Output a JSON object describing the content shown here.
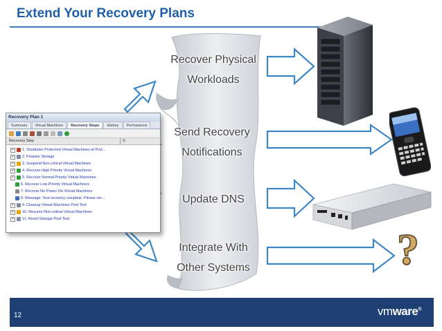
{
  "slide": {
    "title": "Extend Your Recovery Plans",
    "page_number": "12",
    "logo_vm": "vm",
    "logo_ware": "ware",
    "logo_reg": "®"
  },
  "labels": {
    "recover_line1": "Recover Physical",
    "recover_line2": "Workloads",
    "send_line1": "Send Recovery",
    "send_line2": "Notifications",
    "dns": "Update DNS",
    "integrate_line1": "Integrate With",
    "integrate_line2": "Other Systems"
  },
  "window": {
    "title": "Recovery Plan 1",
    "tabs": [
      "Summary",
      "Virtual Machines",
      "Recovery Steps",
      "History",
      "Permissions"
    ],
    "active_tab": "Recovery Steps",
    "column_header": "Recovery Step",
    "column_header2": "S",
    "steps": [
      {
        "expander": "+",
        "text": "1. Shutdown Protected Virtual Machines at Prot...",
        "icon_color": "#c0392b"
      },
      {
        "expander": "+",
        "text": "2. Prepare Storage",
        "icon_color": "#7a8aa0"
      },
      {
        "expander": "+",
        "text": "3. Suspend Non-critical Virtual Machines",
        "icon_color": "#e0a800"
      },
      {
        "expander": "+",
        "text": "4. Recover High Priority Virtual Machines",
        "icon_color": "#2e9e3e"
      },
      {
        "expander": "+",
        "text": "5. Recover Normal Priority Virtual Machines",
        "icon_color": "#2e9e3e"
      },
      {
        "expander": "",
        "text": "6. Recover Low Priority Virtual Machines",
        "icon_color": "#2e9e3e"
      },
      {
        "expander": "",
        "text": "7. Recover No Power On Virtual Machines",
        "icon_color": "#8a8a8a"
      },
      {
        "expander": "",
        "text": "8. Message: Test recovery complete. Please ver...",
        "icon_color": "#3b6fc4"
      },
      {
        "expander": "+",
        "text": "9. Cleanup Virtual Machines Post Test",
        "icon_color": "#7a8aa0"
      },
      {
        "expander": "+",
        "text": "10. Resume Non-critical Virtual Machines",
        "icon_color": "#e0a800"
      },
      {
        "expander": "+",
        "text": "11. Reset Storage Post Test",
        "icon_color": "#7a8aa0"
      }
    ]
  },
  "images": {
    "question_mark": "?"
  },
  "icons": [
    "server-rack-icon",
    "blackberry-phone-icon",
    "rack-server-appliance-icon",
    "question-mark-icon",
    "scroll-icon"
  ]
}
